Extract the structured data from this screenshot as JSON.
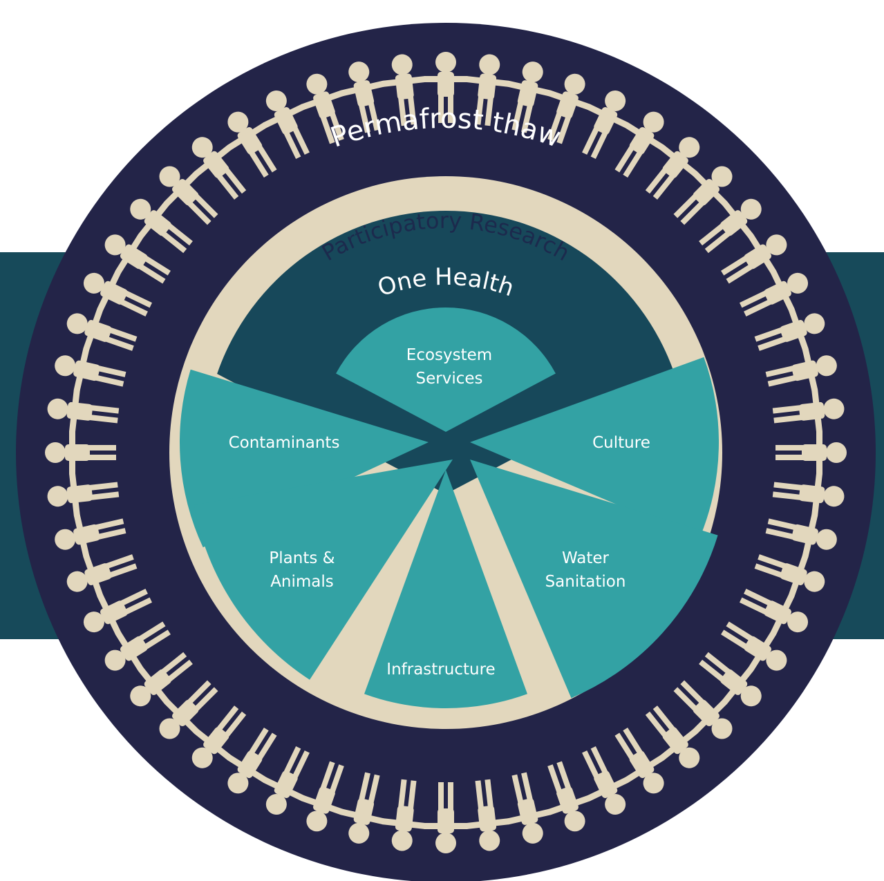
{
  "outer_ring": {
    "label": "Permafrost thaw"
  },
  "people_ring": {
    "label": "Participatory Research",
    "figure_icon": "person-figure-icon"
  },
  "core": {
    "label": "One Health"
  },
  "sectors": [
    {
      "id": "ecosystem",
      "lines": [
        "Ecosystem",
        "Services"
      ]
    },
    {
      "id": "contaminants",
      "lines": [
        "Contaminants"
      ]
    },
    {
      "id": "culture",
      "lines": [
        "Culture"
      ]
    },
    {
      "id": "plants",
      "lines": [
        "Plants &",
        "Animals"
      ]
    },
    {
      "id": "water",
      "lines": [
        "Water",
        "Sanitation"
      ]
    },
    {
      "id": "infrastructure",
      "lines": [
        "Infrastructure"
      ]
    }
  ],
  "colors": {
    "outer_navy": "#232448",
    "band_teal": "#174a5a",
    "cream": "#e2d7bd",
    "core_dark": "#17485a",
    "sector_teal": "#33a2a4",
    "white": "#ffffff"
  }
}
